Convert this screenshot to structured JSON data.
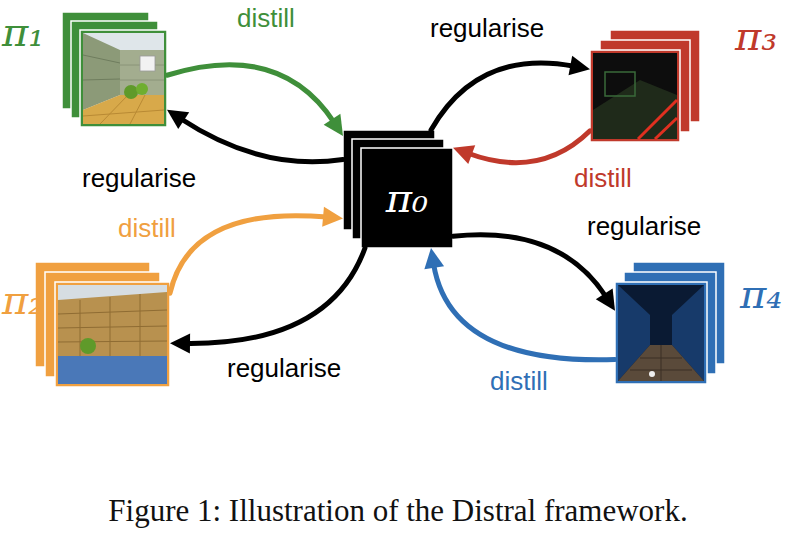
{
  "diagram": {
    "caption": "Figure 1: Illustration of the Distral framework.",
    "nodes": [
      {
        "text": [
          "π₁"
        ]
      },
      {
        "text": [
          "π₃"
        ]
      },
      {
        "text": [
          "π₀"
        ]
      },
      {
        "text": [
          "π₂"
        ]
      },
      {
        "text": [
          "π₄"
        ]
      }
    ],
    "edges": [
      {
        "from": 0,
        "to": 2,
        "arrow": "to",
        "label": "distill"
      },
      {
        "from": 2,
        "to": 0,
        "arrow": "to",
        "label": "regularise"
      },
      {
        "from": 2,
        "to": 1,
        "arrow": "to",
        "label": "regularise"
      },
      {
        "from": 1,
        "to": 2,
        "arrow": "to",
        "label": "distill"
      },
      {
        "from": 3,
        "to": 2,
        "arrow": "to",
        "label": "distill"
      },
      {
        "from": 2,
        "to": 3,
        "arrow": "to",
        "label": "regularise"
      },
      {
        "from": 2,
        "to": 4,
        "arrow": "to",
        "label": "regularise"
      },
      {
        "from": 4,
        "to": 2,
        "arrow": "to",
        "label": "distill"
      }
    ]
  }
}
